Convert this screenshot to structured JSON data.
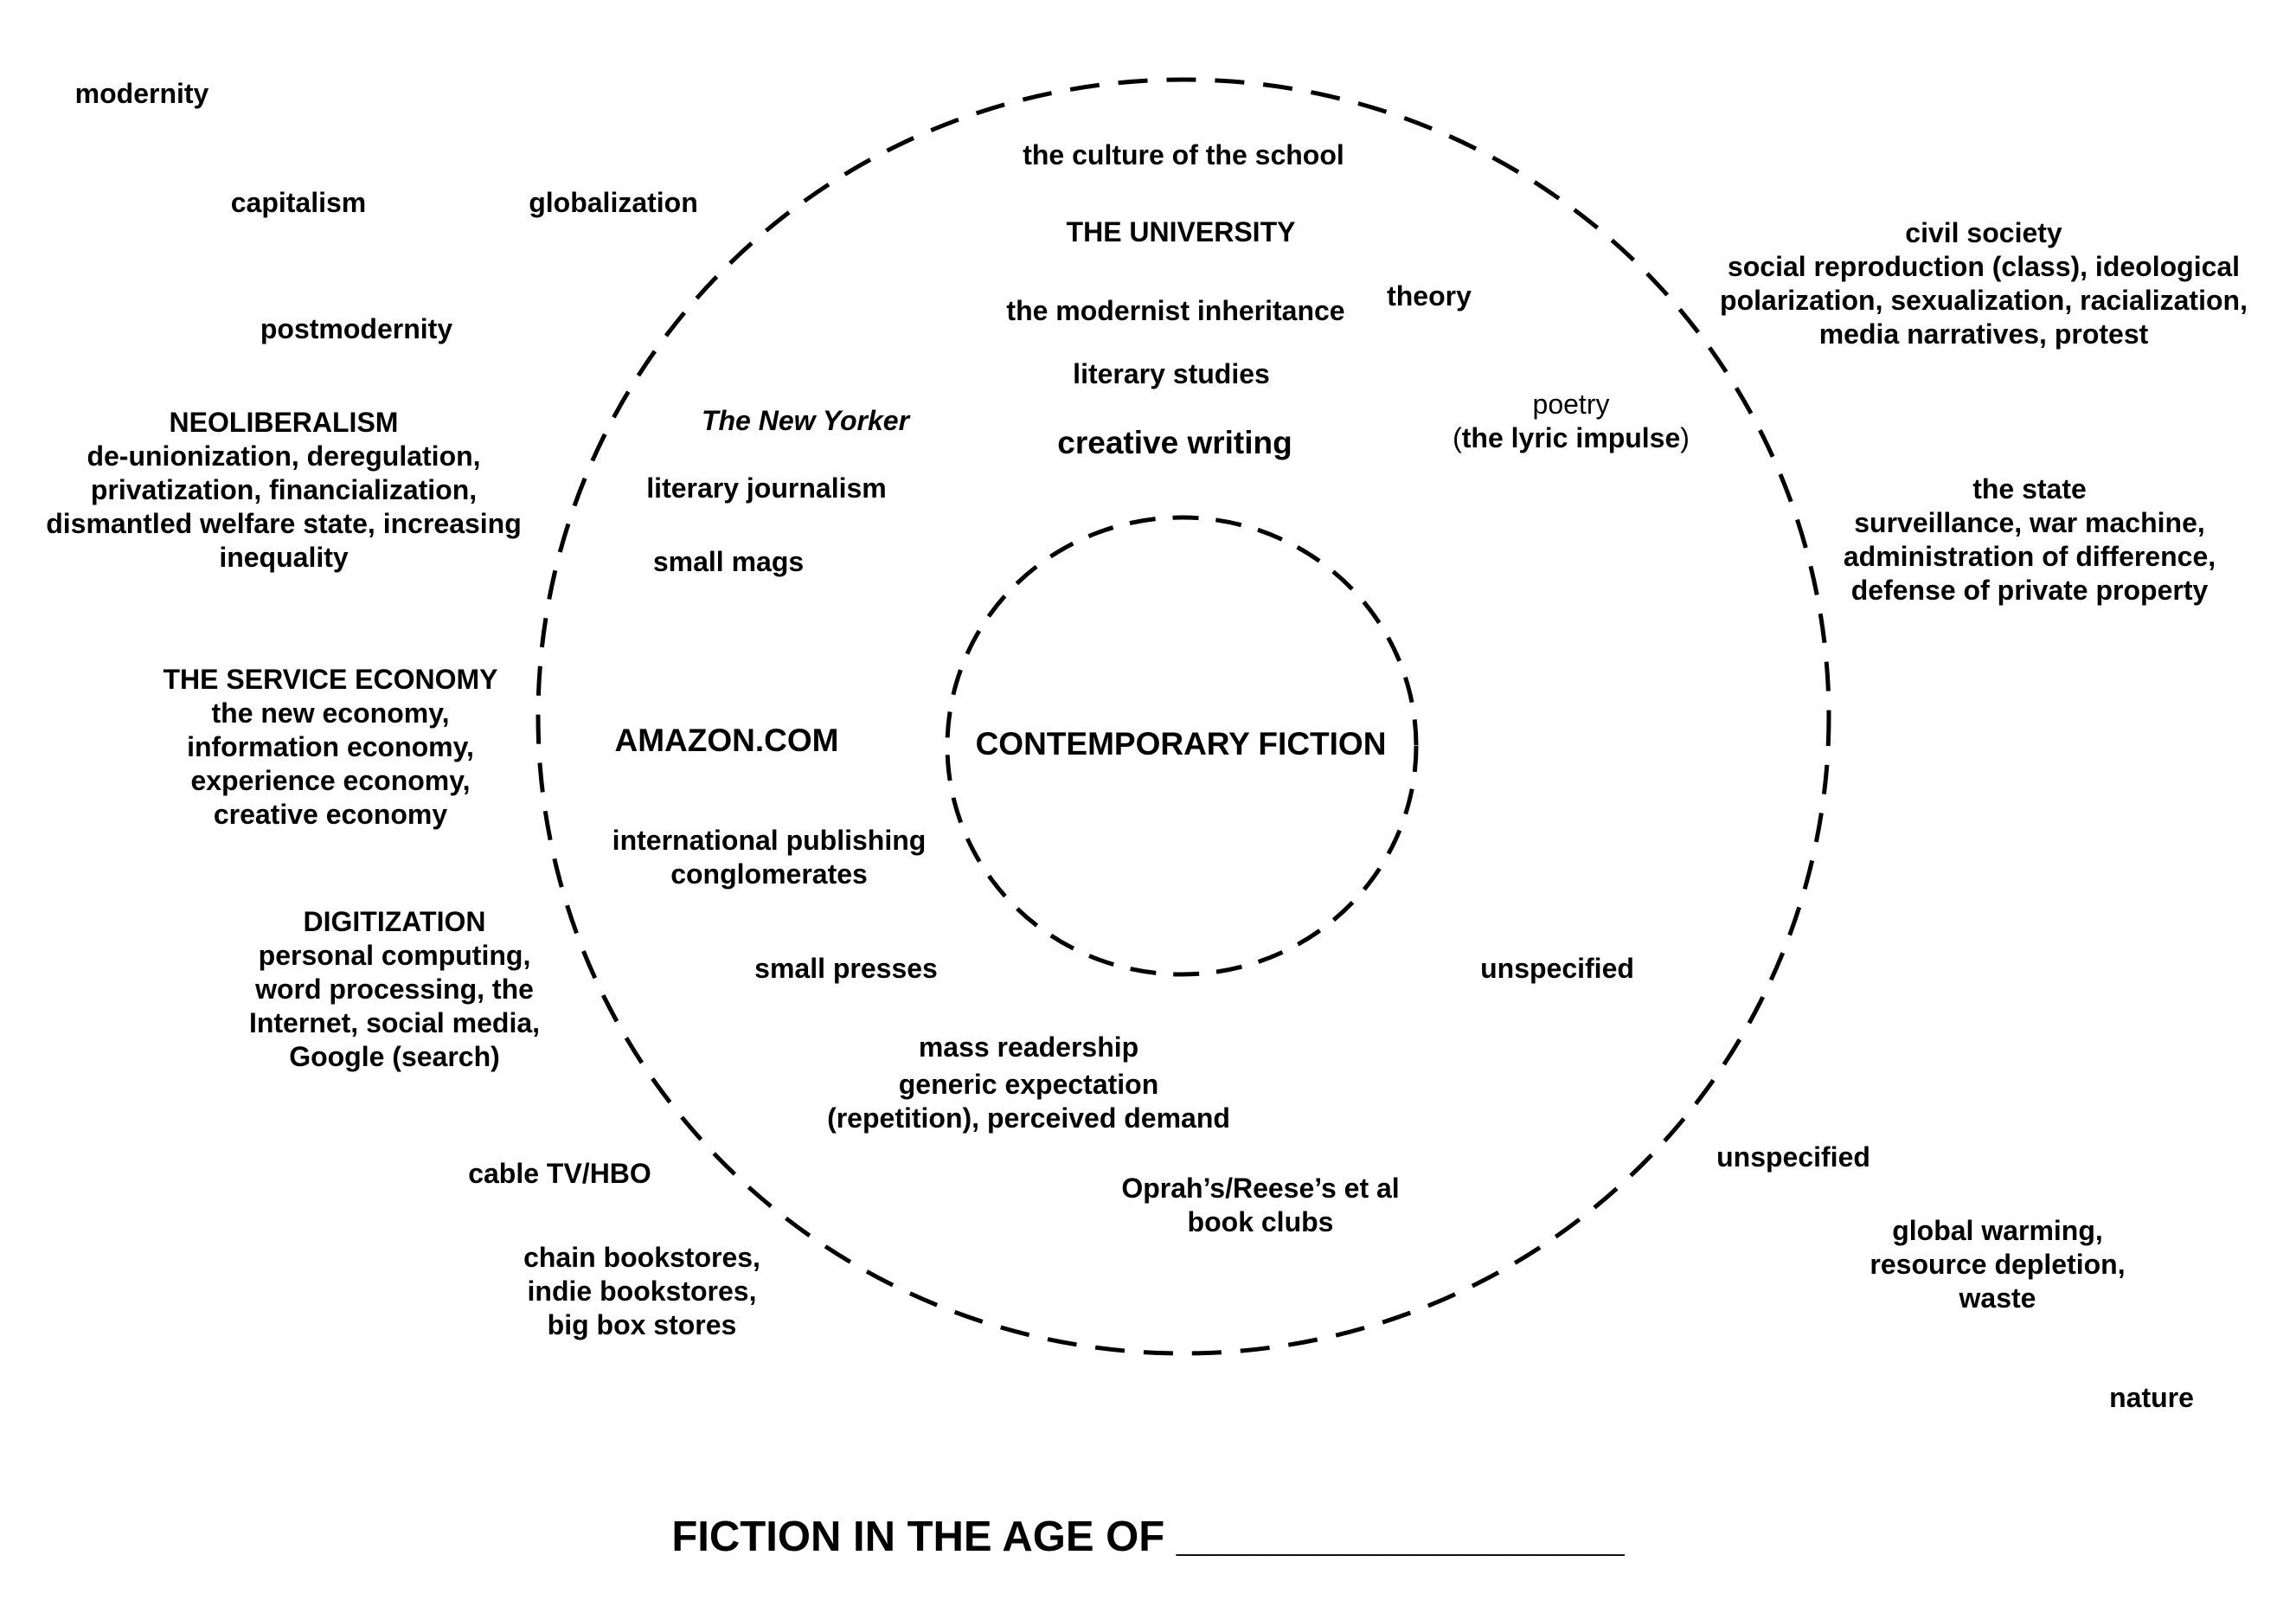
{
  "center": {
    "label": "CONTEMPORARY FICTION"
  },
  "outer_left": {
    "modernity": "modernity",
    "capitalism": "capitalism",
    "globalization": "globalization",
    "postmodernity": "postmodernity",
    "neoliberalism": {
      "heading": "NEOLIBERALISM",
      "lines": [
        "de-unionization, deregulation,",
        "privatization, financialization,",
        "dismantled welfare state, increasing",
        "inequality"
      ]
    },
    "service_economy": {
      "heading": "THE SERVICE ECONOMY",
      "lines": [
        "the new economy,",
        "information economy,",
        "experience economy,",
        "creative economy"
      ]
    },
    "digitization": {
      "heading": "DIGITIZATION",
      "lines": [
        "personal computing,",
        "word processing, the",
        "Internet, social media,",
        "Google (search)"
      ]
    },
    "cable_tv": "cable TV/HBO",
    "bookstores": [
      "chain bookstores,",
      "indie bookstores,",
      "big box stores"
    ]
  },
  "outer_right": {
    "civil_society": {
      "heading": "civil society",
      "lines": [
        "social reproduction (class), ideological",
        "polarization, sexualization, racialization,",
        "media narratives, protest"
      ]
    },
    "the_state": {
      "heading": "the state",
      "lines": [
        "surveillance, war machine,",
        "administration of difference,",
        "defense of private property"
      ]
    },
    "unspecified": "unspecified",
    "environment": [
      "global warming,",
      "resource depletion,",
      "waste"
    ],
    "nature": "nature"
  },
  "middle_ring": {
    "culture_of_school": "the culture of the school",
    "university": "THE UNIVERSITY",
    "modernist_inheritance": "the modernist inheritance",
    "theory": "theory",
    "literary_studies": "literary studies",
    "new_yorker": "The New Yorker",
    "creative_writing": "creative writing",
    "poetry": {
      "line1": "poetry",
      "line2_open": "(",
      "line2_text": "the lyric impulse",
      "line2_close": ")"
    },
    "literary_journalism": "literary journalism",
    "small_mags": "small mags",
    "amazon": "AMAZON.COM",
    "publishing": [
      "international publishing",
      "conglomerates"
    ],
    "small_presses": "small presses",
    "unspecified": "unspecified",
    "mass_readership": "mass readership",
    "generic_expectation": [
      "generic expectation",
      "(repetition), perceived demand"
    ],
    "book_clubs": [
      "Oprah’s/Reese’s et al",
      "book clubs"
    ]
  },
  "title": {
    "text": "FICTION IN THE AGE OF ___________________"
  },
  "colors": {
    "ink": "#000000",
    "background": "#ffffff"
  }
}
